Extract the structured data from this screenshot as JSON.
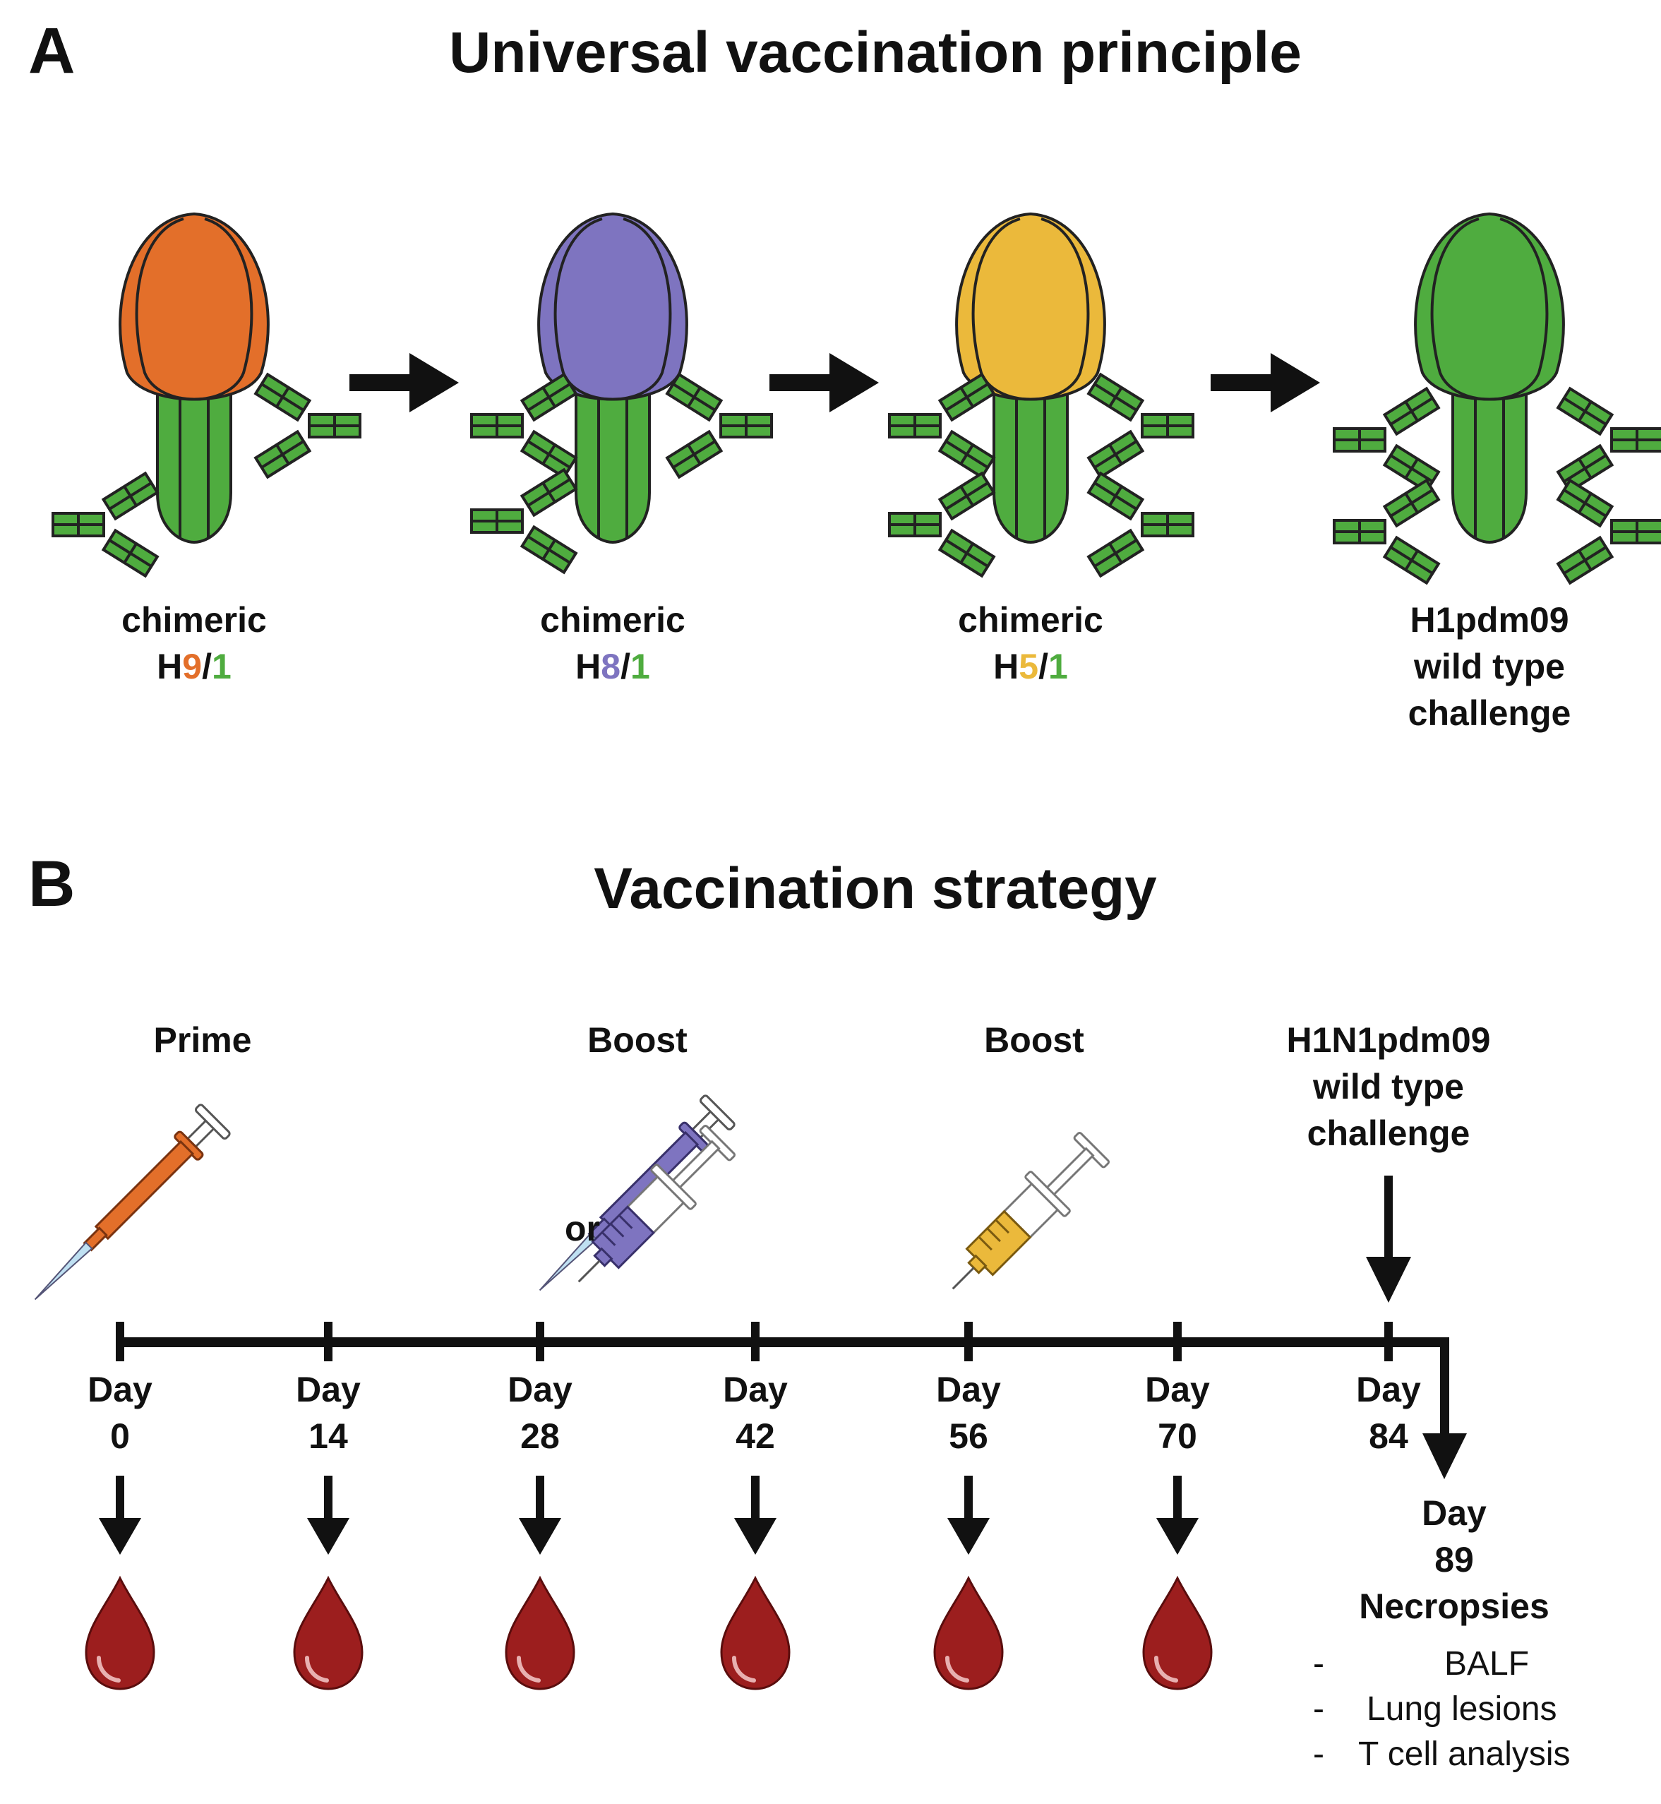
{
  "panelA": {
    "letter": "A",
    "title": "Universal vaccination principle",
    "antigens": [
      {
        "line1": "chimeric",
        "h": "H",
        "head_num": "9",
        "slash": "/",
        "stalk_num": "1",
        "head_color": "#e36f2a"
      },
      {
        "line1": "chimeric",
        "h": "H",
        "head_num": "8",
        "slash": "/",
        "stalk_num": "1",
        "head_color": "#7e74c0"
      },
      {
        "line1": "chimeric",
        "h": "H",
        "head_num": "5",
        "slash": "/",
        "stalk_num": "1",
        "head_color": "#ebb93b"
      },
      {
        "line1": "H1pdm09",
        "line2": "wild type",
        "line3": "challenge",
        "head_color": "#4fac3f"
      }
    ],
    "stalk_color": "#4fac3f",
    "antibody_color": "#4fac3f",
    "arrow_icon": "right-arrow-icon"
  },
  "panelB": {
    "letter": "B",
    "title": "Vaccination strategy",
    "events": {
      "prime": "Prime",
      "boost1": "Boost",
      "or": "or",
      "boost2": "Boost",
      "challenge": [
        "H1N1pdm09",
        "wild type",
        "challenge"
      ]
    },
    "timeline": {
      "word": "Day",
      "days": [
        "0",
        "14",
        "28",
        "42",
        "56",
        "70",
        "84"
      ],
      "final_day": "89"
    },
    "blood_sampling_icon": "blood-drop-icon",
    "necropsy": {
      "title": "Necropsies",
      "items": [
        "BALF",
        "Lung lesions",
        "T cell analysis"
      ],
      "bullet": "-"
    },
    "colors": {
      "prime_syringe": "#e36f2a",
      "boost1_syringe": "#7e74c0",
      "boost2_syringe": "#ebb93b",
      "blood": "#9c1e1e"
    }
  }
}
